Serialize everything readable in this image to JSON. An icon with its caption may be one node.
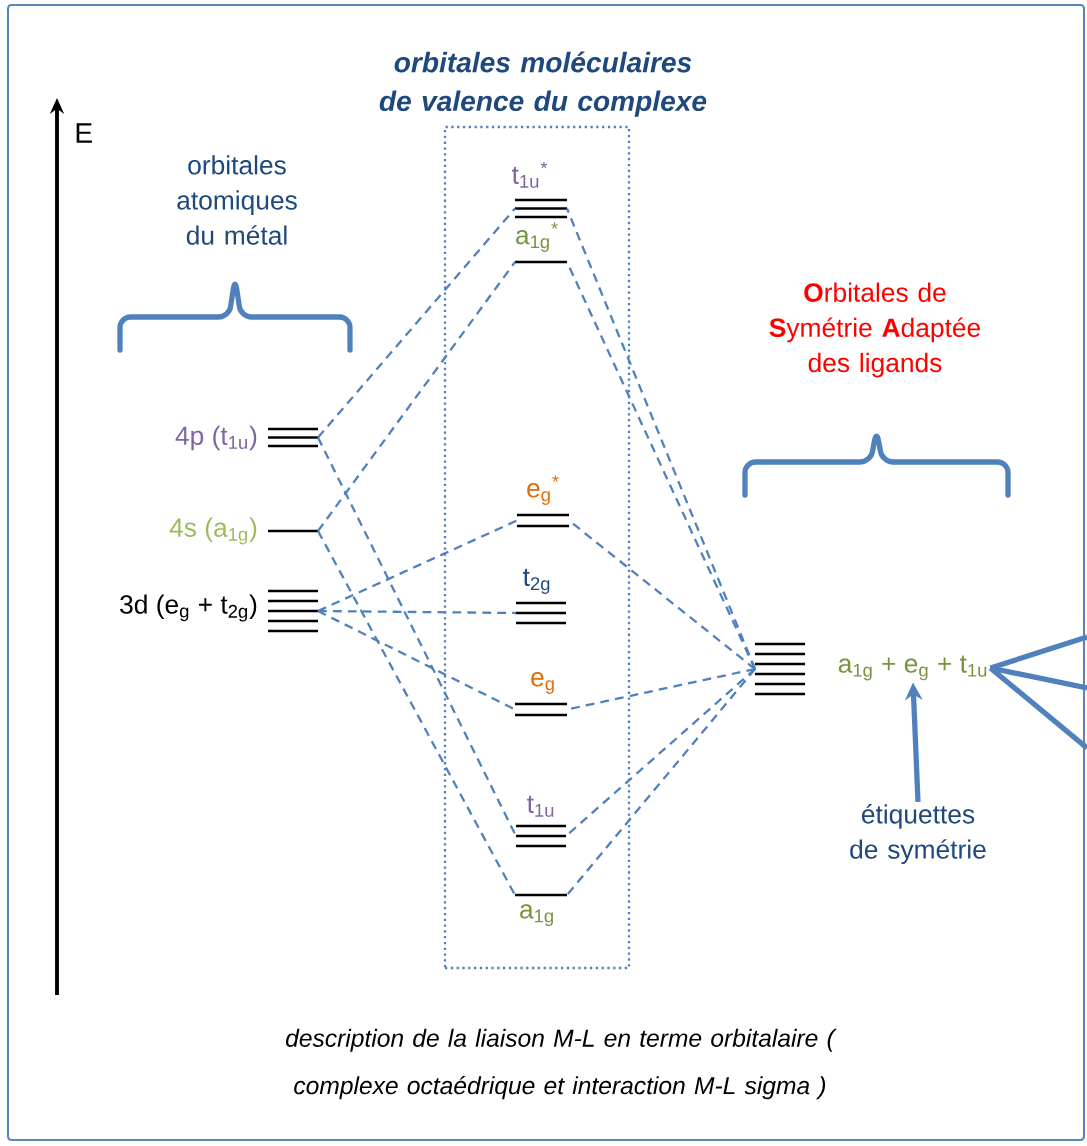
{
  "diagram": {
    "title": "orbitales moléculaires de valence du complexe",
    "caption": "description de la liaison M-L en terme orbitalaire ( complexe octaédrique et interaction M-L sigma )",
    "nodes": [
      {
        "text": [],
        "shape": "box"
      },
      {
        "text": [
          "t$_{1u}$$^{*}$"
        ],
        "in": 0
      },
      {
        "text": [
          "a$_{1g}$$^{*}$"
        ],
        "in": 0
      },
      {
        "text": [
          "4p (t$_{1u}$)"
        ]
      },
      {
        "text": [
          "4s (a$_{1g}$)"
        ]
      },
      {
        "text": [
          "e$_{g}$$^{*}$"
        ],
        "in": 0
      },
      {
        "text": [
          "3d (e$_{g}$ + t$_{2g}$)"
        ]
      },
      {
        "text": [
          "t$_{2g}$"
        ],
        "in": 0
      },
      {
        "text": [],
        "shape": "bar"
      },
      {
        "text": [
          "a$_{1g}$ + e$_{g}$ + t$_{1u}$"
        ]
      },
      {
        "text": [
          "e$_{g}$"
        ],
        "in": 0
      },
      {
        "text": [
          "étiquettes de symétrie"
        ]
      },
      {
        "text": [
          "t$_{1u}$"
        ],
        "in": 0
      },
      {
        "text": [
          "a$_{1g}$"
        ],
        "in": 0
      }
    ],
    "edges": [
      {
        "from": 3,
        "to": 1,
        "arrow": "none",
        "style": "dashed"
      },
      {
        "from": 3,
        "to": 12,
        "arrow": "none",
        "style": "dashed"
      },
      {
        "from": 4,
        "to": 2,
        "arrow": "none",
        "style": "dashed"
      },
      {
        "from": 4,
        "to": 13,
        "arrow": "none",
        "style": "dashed"
      },
      {
        "from": 6,
        "to": 5,
        "arrow": "none",
        "style": "dashed"
      },
      {
        "from": 6,
        "to": 7,
        "arrow": "none",
        "style": "dashed"
      },
      {
        "from": 6,
        "to": 10,
        "arrow": "none",
        "style": "dashed"
      },
      {
        "from": 8,
        "to": 1,
        "arrow": "none",
        "style": "dashed"
      },
      {
        "from": 8,
        "to": 2,
        "arrow": "none",
        "style": "dashed"
      },
      {
        "from": 8,
        "to": 5,
        "arrow": "none",
        "style": "dashed"
      },
      {
        "from": 8,
        "to": 10,
        "arrow": "none",
        "style": "dashed"
      },
      {
        "from": 8,
        "to": 12,
        "arrow": "none",
        "style": "dashed"
      },
      {
        "from": 8,
        "to": 13,
        "arrow": "none",
        "style": "dashed"
      },
      {
        "from": 11,
        "to": 9,
        "arrow": "to",
        "style": "thick"
      },
      {
        "from": 9,
        "to": null,
        "arrow": "none",
        "style": "thick"
      },
      {
        "from": 9,
        "to": null,
        "arrow": "none",
        "style": "thick"
      },
      {
        "from": 9,
        "to": null,
        "arrow": "none",
        "style": "thick"
      }
    ],
    "labels": [
      "E",
      "orbitales atomiques du métal",
      "**O**rbitales de **S**ymétrie **A**daptée des ligands"
    ]
  }
}
